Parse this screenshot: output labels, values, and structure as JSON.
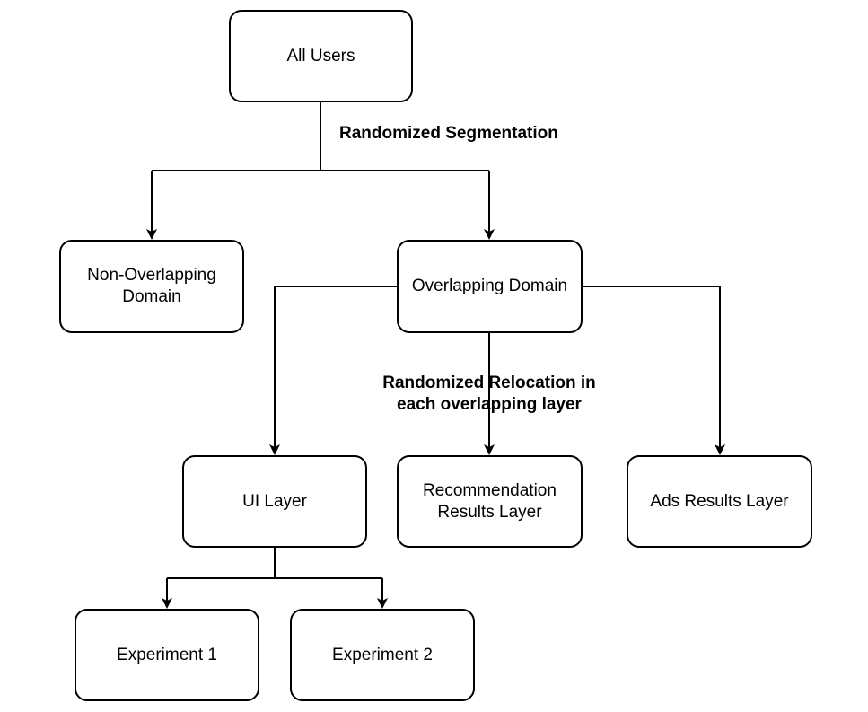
{
  "nodes": {
    "all_users": "All Users",
    "non_overlapping_domain": "Non-Overlapping\nDomain",
    "overlapping_domain": "Overlapping Domain",
    "ui_layer": "UI Layer",
    "recommendation_results_layer": "Recommendation\nResults Layer",
    "ads_results_layer": "Ads Results Layer",
    "experiment_1": "Experiment 1",
    "experiment_2": "Experiment 2"
  },
  "edge_labels": {
    "randomized_segmentation": "Randomized Segmentation",
    "randomized_relocation": "Randomized Relocation in\neach overlapping layer"
  },
  "colors": {
    "stroke": "#000000",
    "background": "#ffffff"
  }
}
